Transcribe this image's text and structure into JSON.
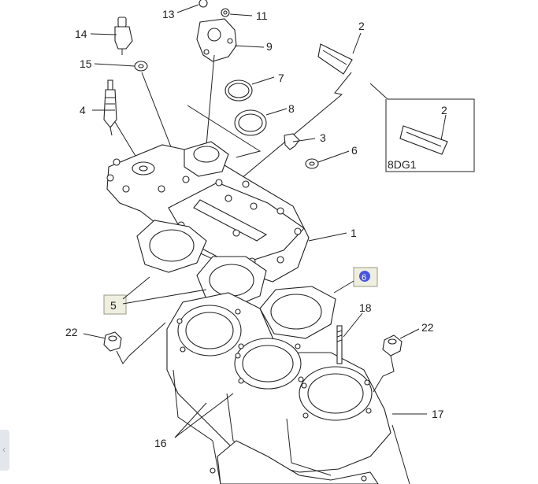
{
  "callouts": [
    "1",
    "2",
    "3",
    "4",
    "5",
    "6",
    "7",
    "8",
    "9",
    "11",
    "13",
    "14",
    "15",
    "16",
    "17",
    "18",
    "22"
  ],
  "labels": {
    "c1": "1",
    "c2a": "2",
    "c2b": "2",
    "c3": "3",
    "c4": "4",
    "c5": "5",
    "c6": "6",
    "c7": "7",
    "c8": "8",
    "c9": "9",
    "c11": "11",
    "c13": "13",
    "c14": "14",
    "c15": "15",
    "c16": "16",
    "c17": "17",
    "c18": "18",
    "c22a": "22",
    "c22b": "22"
  },
  "inset": {
    "code": "8DG1",
    "label": "2"
  },
  "selected_callout": "6",
  "highlighted_callout": "5",
  "colors": {
    "selected": "#4a55e0",
    "highlight_fill": "#efefe0",
    "line": "#222222"
  },
  "side_tab_icon": "chevron-left-icon"
}
